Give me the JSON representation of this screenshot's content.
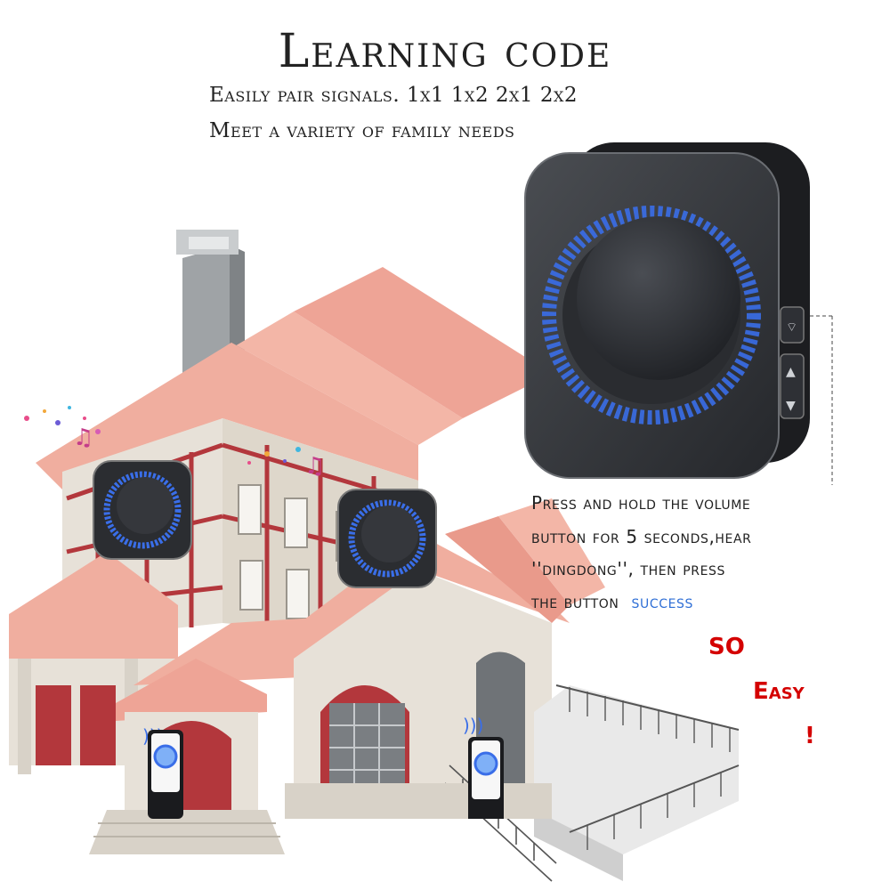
{
  "heading": "Learning code",
  "subtitle_line1": "Easily pair signals. 1x1 1x2 2x1 2x2",
  "subtitle_line2": "Meet a variety of family needs",
  "instructions": {
    "line1": "Press and hold the volume",
    "line2": "button for 5 seconds,hear",
    "line3": "''dingdong'', then press",
    "line4": "the button",
    "success": "success"
  },
  "callout": {
    "so": "SO",
    "easy": "Easy",
    "exclaim": "!"
  },
  "colors": {
    "roof": "#f0ae9f",
    "brick": "#b3373c",
    "wall": "#e7e1d8",
    "device": "#2e3035",
    "ring": "#3a6ee8",
    "accent_red": "#d40000",
    "success_blue": "#2f6fd6"
  },
  "icons": [
    "wifi-signal-icon",
    "volume-up-icon",
    "volume-down-icon",
    "music-note-icon"
  ]
}
